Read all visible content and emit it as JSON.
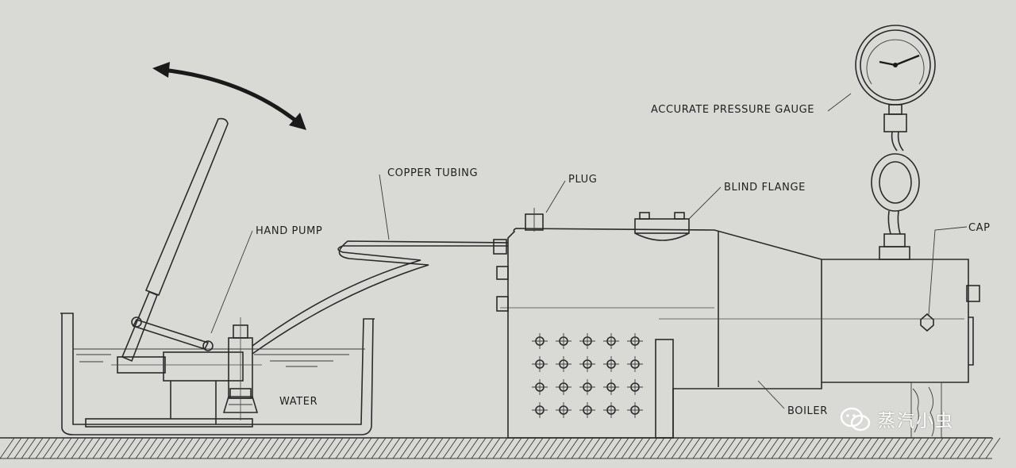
{
  "labels": {
    "copper_tubing": "COPPER TUBING",
    "plug": "PLUG",
    "blind_flange": "BLIND FLANGE",
    "accurate_pressure_gauge": "ACCURATE PRESSURE GAUGE",
    "hand_pump": "HAND PUMP",
    "water": "WATER",
    "cap": "CAP",
    "boiler": "BOILER"
  },
  "watermark": {
    "text": "蒸汽小虫",
    "icon": "wechat-icon"
  },
  "colors": {
    "paper": "#d9dad6",
    "ink": "#2a2a2a",
    "watermark": "#ffffff"
  }
}
